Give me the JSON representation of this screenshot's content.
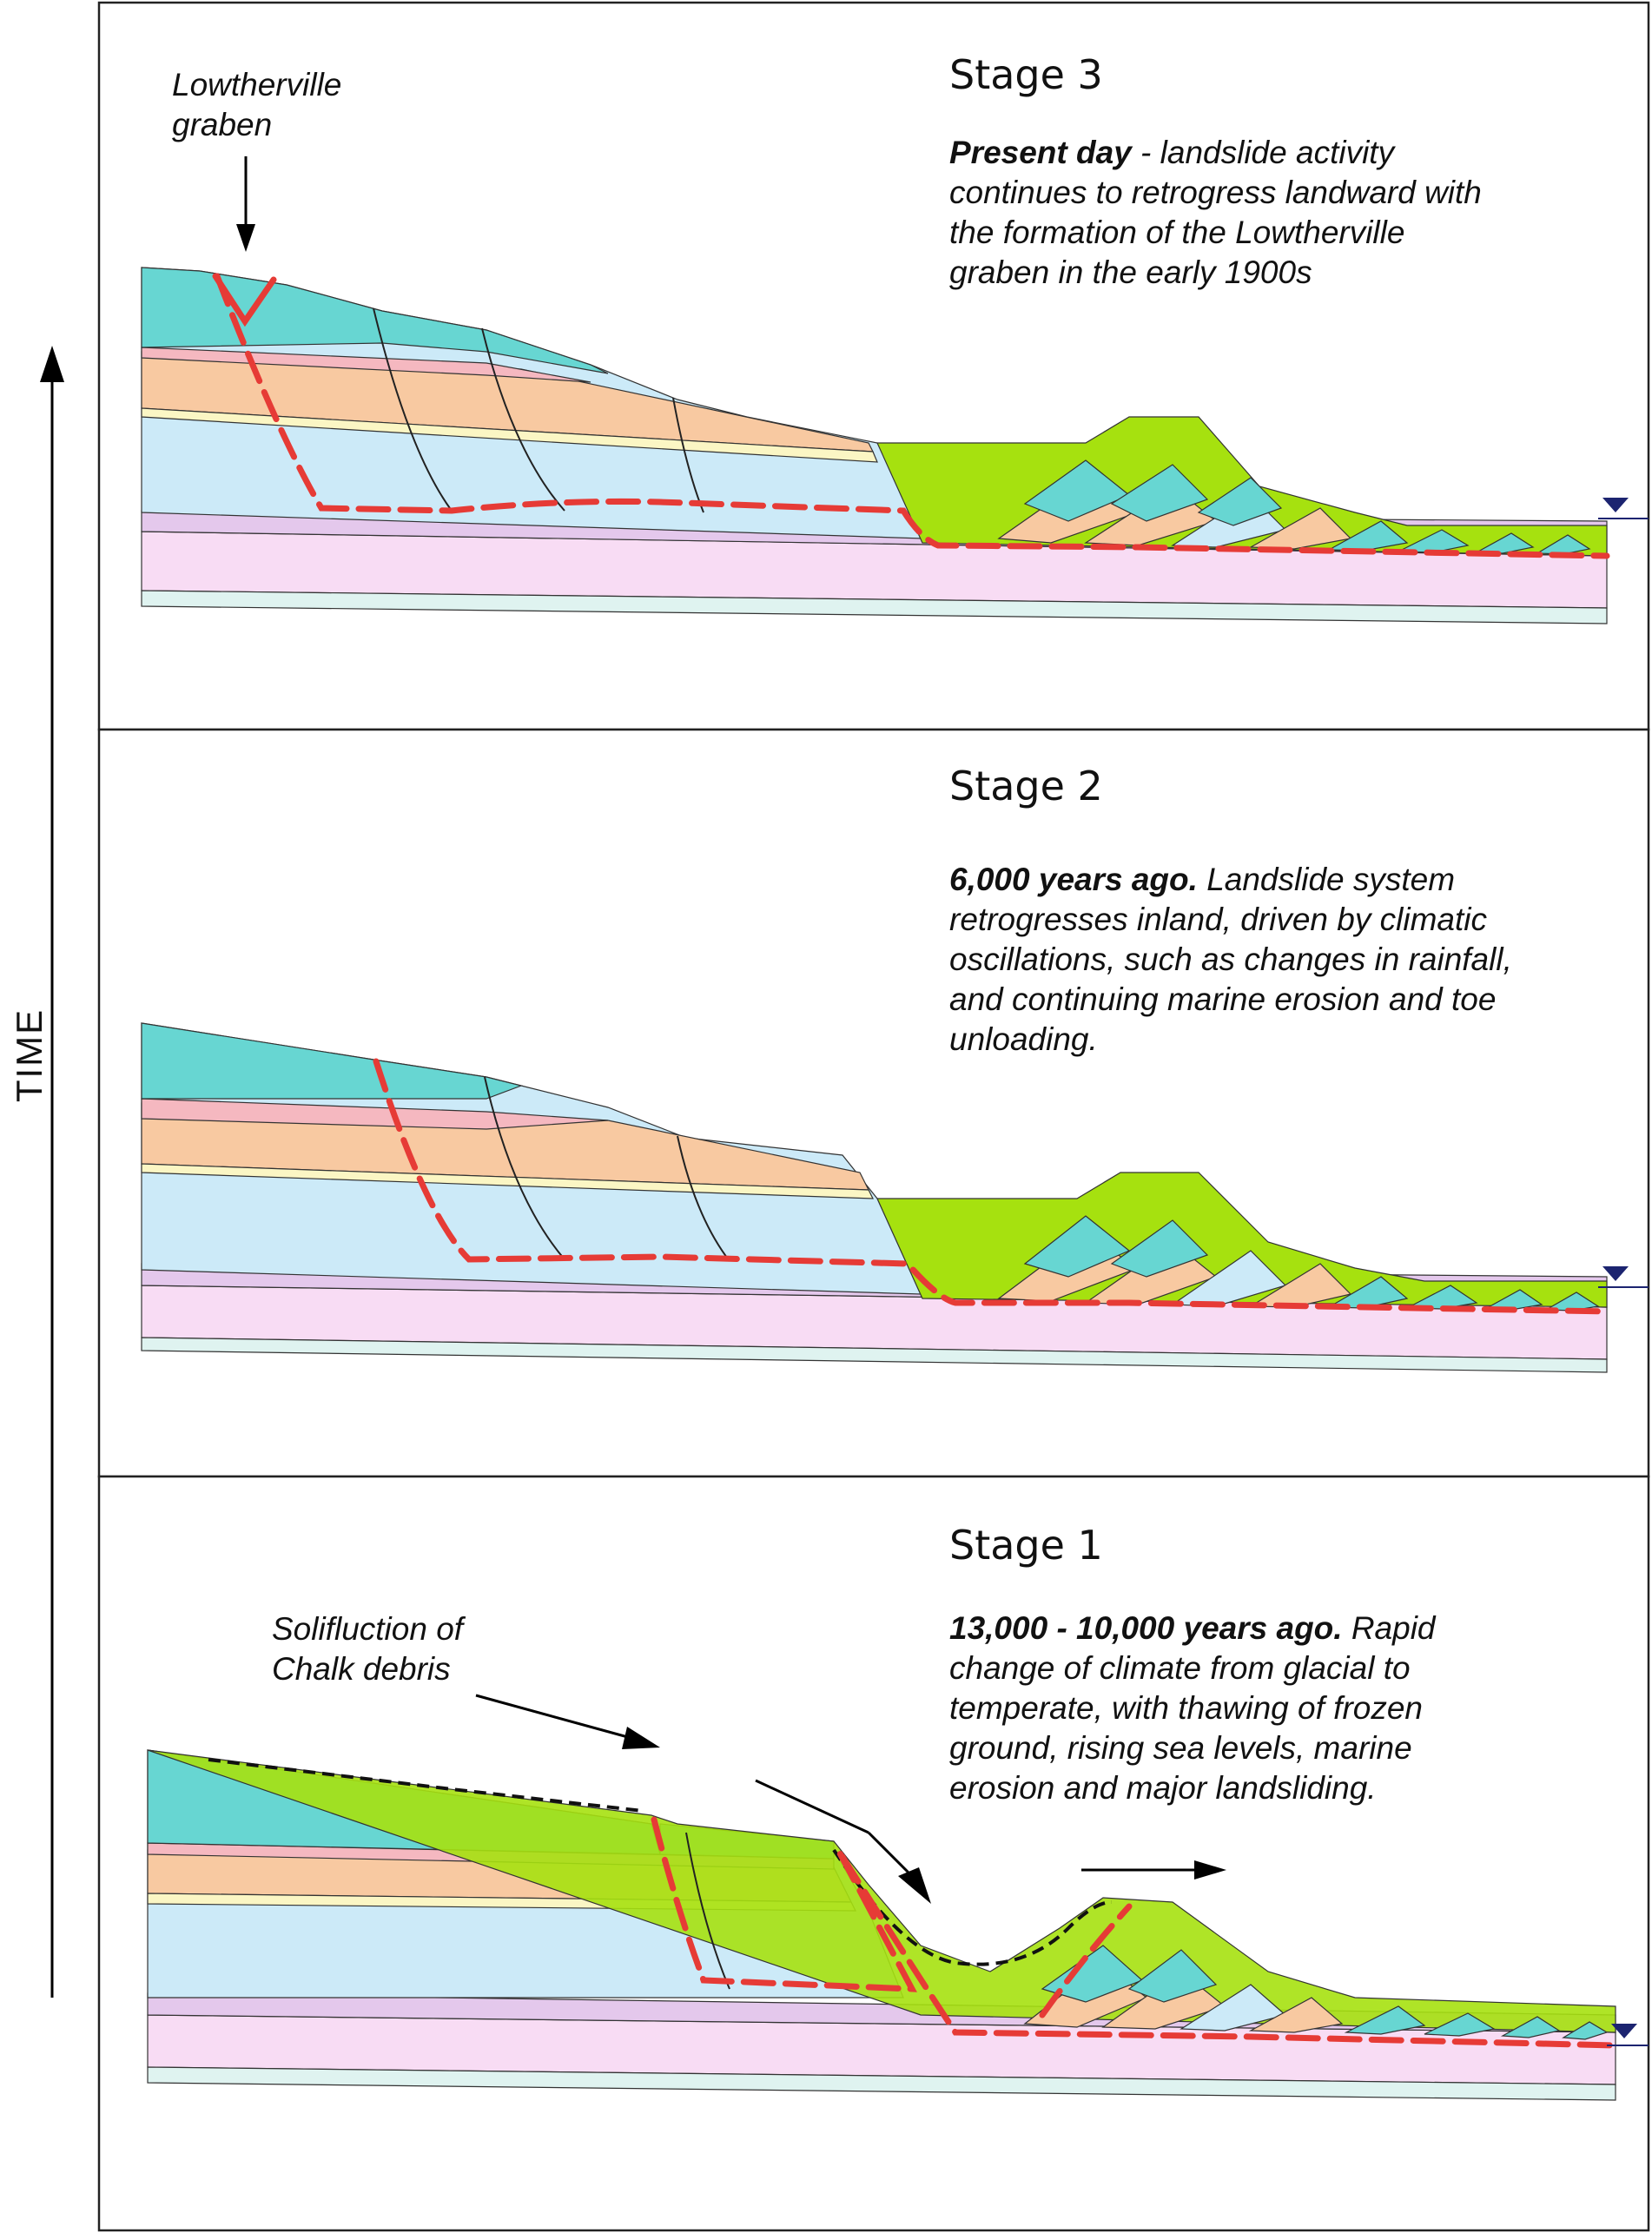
{
  "time_axis": {
    "label": "TIME"
  },
  "colors": {
    "slip_surface": "#e63b36",
    "chalk": "#67d6d2",
    "pink_band": "#f5b8c0",
    "orange_band": "#f8c9a1",
    "pale_yellow": "#fbf6c4",
    "light_blue": "#cceaf8",
    "lilac": "#e4c8ec",
    "pink_base": "#f8dcf4",
    "landslide_debris": "#a6e10f",
    "sea_level_marker": "#1c2470"
  },
  "stages": [
    {
      "title": "Stage 3",
      "lead": "Present day",
      "description_lines": [
        " - landslide activity",
        "continues to retrogress landward with",
        "the formation of the Lowtherville",
        "graben in the early 1900s"
      ],
      "annotations": [
        {
          "lines": [
            "Lowtherville",
            "graben"
          ]
        }
      ]
    },
    {
      "title": "Stage 2",
      "lead": "6,000 years ago.",
      "description_lines": [
        " Landslide system",
        "retrogresses inland, driven by climatic",
        "oscillations, such as changes in rainfall,",
        "and continuing marine erosion and toe",
        "unloading."
      ],
      "annotations": []
    },
    {
      "title": "Stage 1",
      "lead": "13,000 - 10,000 years ago.",
      "description_lines": [
        " Rapid",
        "change of climate from glacial to",
        "temperate, with thawing of frozen",
        "ground, rising sea levels, marine",
        "erosion and major landsliding."
      ],
      "annotations": [
        {
          "lines": [
            "Solifluction of",
            "Chalk debris"
          ]
        }
      ]
    }
  ]
}
